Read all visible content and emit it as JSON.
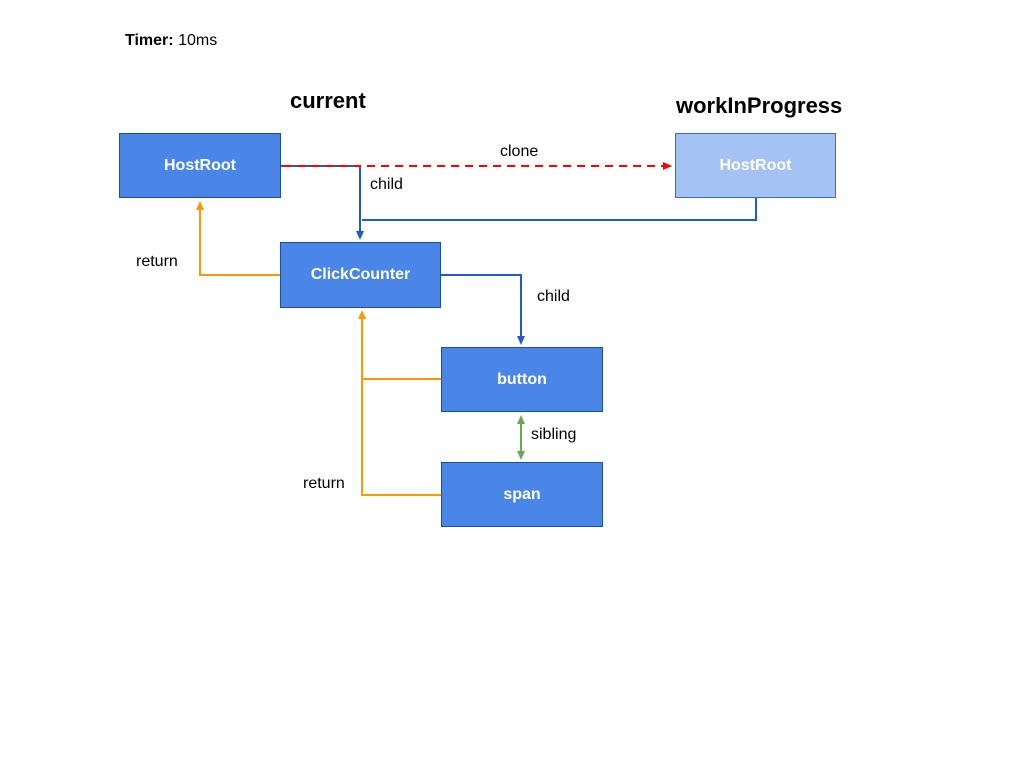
{
  "timer": {
    "label": "Timer:",
    "value": "10ms"
  },
  "headings": {
    "current": "current",
    "work_in_progress": "workInProgress"
  },
  "nodes": {
    "host_root_current": "HostRoot",
    "host_root_wip": "HostRoot",
    "click_counter": "ClickCounter",
    "button": "button",
    "span": "span"
  },
  "edge_labels": {
    "clone": "clone",
    "child_host_root": "child",
    "child_click_counter": "child",
    "return_click_counter": "return",
    "return_children": "return",
    "sibling": "sibling"
  },
  "colors": {
    "child_edge": "#1c5ccd",
    "return_edge": "#ff9900",
    "sibling_edge": "#6aa84f",
    "clone_edge": "#ff0000",
    "node_fill": "#4a86e8",
    "wip_node_fill": "#a4c2f4"
  }
}
